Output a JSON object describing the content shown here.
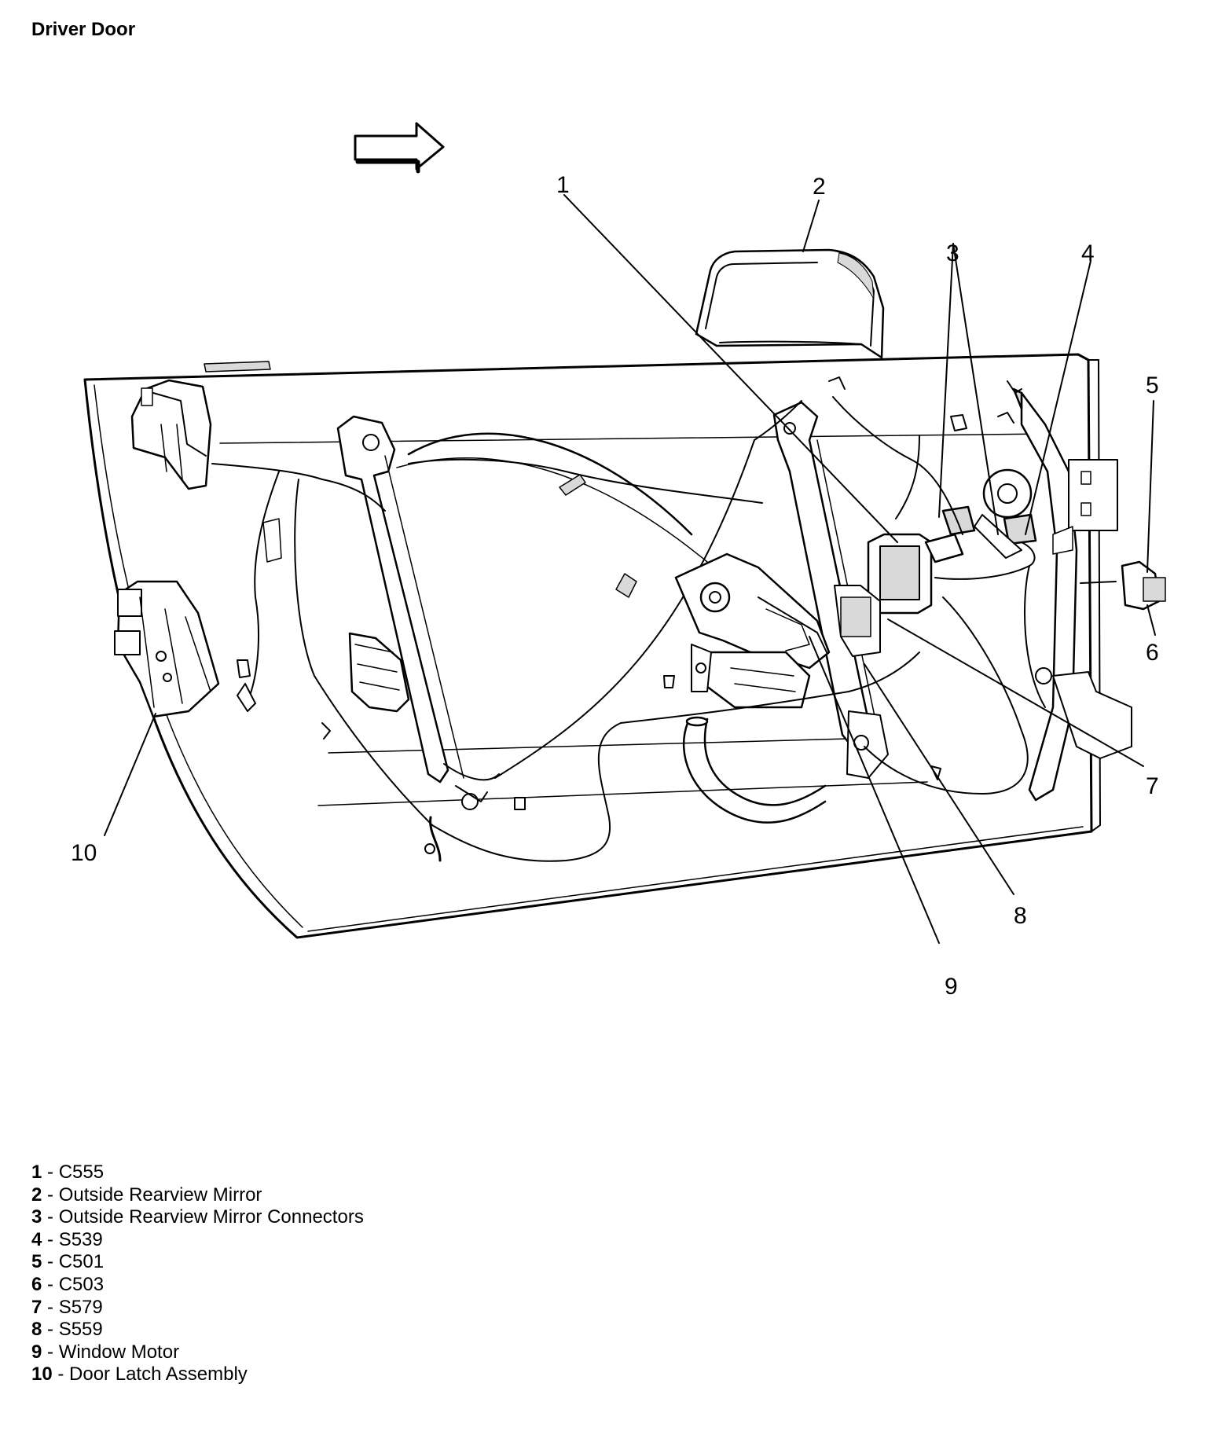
{
  "title": "Driver Door",
  "colors": {
    "line": "#000000",
    "fill": "#ffffff",
    "shade": "#d9d9d9"
  },
  "direction_arrow": "arrow-right-icon",
  "callouts": [
    "1",
    "2",
    "3",
    "4",
    "5",
    "6",
    "7",
    "8",
    "9",
    "10"
  ],
  "legend": [
    {
      "num": "1",
      "text": "C555"
    },
    {
      "num": "2",
      "text": "Outside Rearview Mirror"
    },
    {
      "num": "3",
      "text": "Outside Rearview Mirror Connectors"
    },
    {
      "num": "4",
      "text": "S539"
    },
    {
      "num": "5",
      "text": "C501"
    },
    {
      "num": "6",
      "text": "C503"
    },
    {
      "num": "7",
      "text": "S579"
    },
    {
      "num": "8",
      "text": "S559"
    },
    {
      "num": "9",
      "text": "Window Motor"
    },
    {
      "num": "10",
      "text": "Door Latch Assembly"
    }
  ]
}
